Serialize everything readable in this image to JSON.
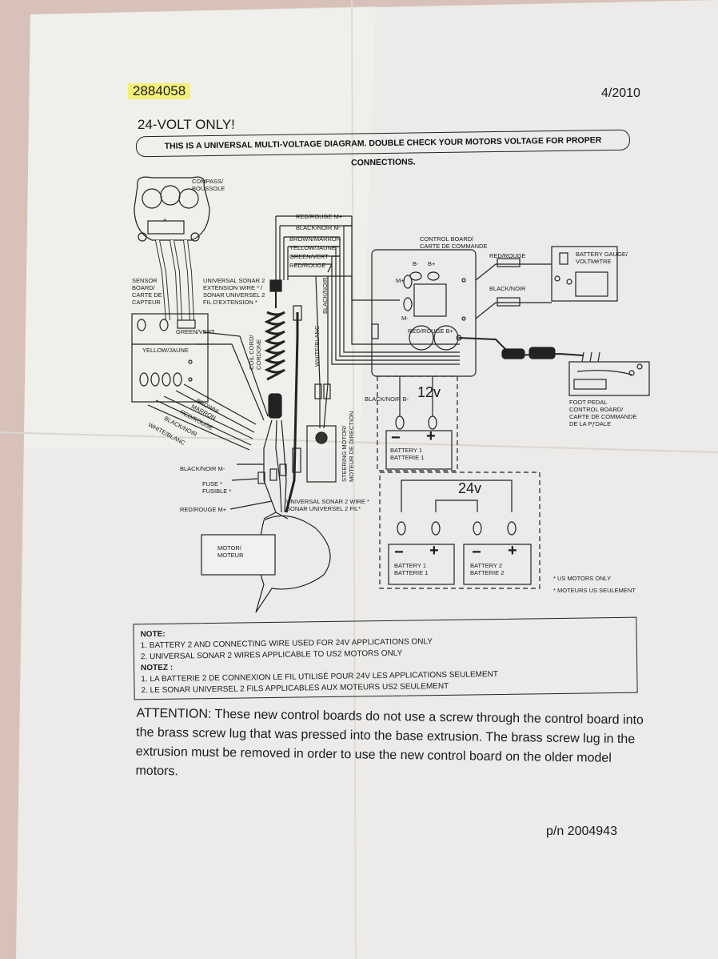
{
  "header": {
    "doc_number": "2884058",
    "date": "4/2010",
    "voltage_title": "24-VOLT ONLY!",
    "banner": "THIS IS A UNIVERSAL MULTI-VOLTAGE DIAGRAM. DOUBLE CHECK YOUR MOTORS VOLTAGE FOR PROPER CONNECTIONS."
  },
  "diagram": {
    "compass": "COMPASS/\nBOUSSOLE",
    "compass_plus": "+",
    "sensor_board": "SENSOR\nBOARD/\nCARTE DE\nCAPTEUR",
    "green": "GREEN/VERT",
    "yellow": "YELLOW/JAUNE",
    "sonar_ext": "UNIVERSAL SONAR 2\nEXTENSION WIRE * /\nSONAR UNIVERSEL 2\nFIL D'EXTENSION *",
    "coil_cord": "COIL CORD/\nCORDONE",
    "white_blanc": "WHITE/BLANC",
    "black_noir_v": "BLACK/NOIR",
    "steering_motor": "STEERING MOTOR/\nMOTEUR DE DIRECTION",
    "wire_labels": [
      "RED/ROUGE M+",
      "BLACK/NOIR M-",
      "BROWN/MARRON",
      "YELLOW/JAUNE",
      "GREEN/VERT",
      "RED/ROUGE"
    ],
    "control_board": "CONTROL BOARD/\nCARTE DE COMMANDE",
    "b_minus": "B-",
    "b_plus": "B+",
    "m_plus": "M+",
    "m_minus": "M-",
    "red_rouge_bplus": "RED/ROUGE B+",
    "red_rouge_gauge": "RED/ROUGE",
    "black_noir_gauge": "BLACK/NOIR",
    "battery_gauge": "BATTERY GAUGE/\nVOLTMéTRE",
    "foot_pedal": "FOOT PEDAL\nCONTROL BOARD/\nCARTE DE COMMANDE\nDE LA PƒDALE",
    "black_noir_bminus": "BLACK/NOIR B-",
    "v12": "12v",
    "v24": "24v",
    "battery1": "BATTERY 1\nBATTERIE 1",
    "battery2": "BATTERY 2\nBATTERIE 2",
    "minus": "−",
    "plus": "+",
    "diag_wires": [
      "BROWN/",
      "MARRON",
      "RED/ROUGE",
      "BLACK/NOIR",
      "WHITE/BLANC"
    ],
    "black_noir_m": "BLACK/NOIR M-",
    "fuse": "FUSE *\nFUSIBLE *",
    "red_rouge_m": "RED/ROUGE M+",
    "sonar_wire": "UNIVERSAL SONAR 2 WIRE *\nSONAR UNIVERSEL 2 FIL*",
    "motor": "MOTOR/\nMOTEUR",
    "us_only": "* US MOTORS ONLY",
    "us_only_fr": "* MOTEURS US SEULEMENT"
  },
  "notes": {
    "heading_en": "NOTE:",
    "en": [
      "1. BATTERY 2 AND CONNECTING WIRE USED FOR 24V APPLICATIONS ONLY",
      "2. UNIVERSAL SONAR 2 WIRES APPLICABLE TO US2 MOTORS ONLY"
    ],
    "heading_fr": "NOTEZ :",
    "fr": [
      "1. LA BATTERIE 2 DE CONNEXION LE FIL UTILISÉ POUR 24V LES APPLICATIONS SEULEMENT",
      "2. LE SONAR UNIVERSEL 2 FILS APPLICABLES AUX MOTEURS US2 SEULEMENT"
    ]
  },
  "attention": "ATTENTION:  These new control boards do not use a screw through the control board into the brass screw lug that was pressed into the base extrusion.  The brass screw lug in the extrusion must be removed in order to use the new control board on the older model motors.",
  "part_number": "p/n 2004943"
}
